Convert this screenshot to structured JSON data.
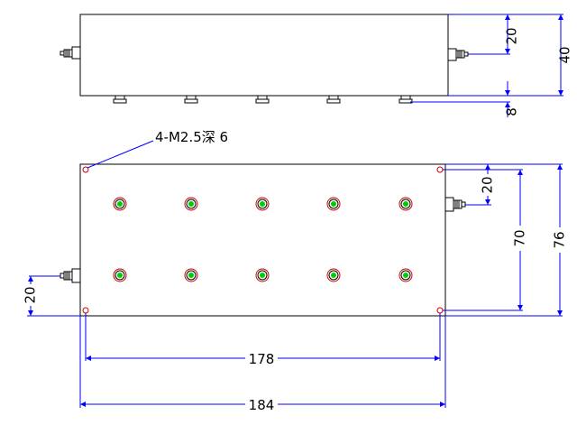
{
  "colors": {
    "outline": "#000000",
    "dimension": "#0000ff",
    "hole": "#cc0000",
    "port_core": "#00cc00",
    "background": "#ffffff"
  },
  "annotation": {
    "thread_hole_note": "4-M2.5深 6"
  },
  "dimensions": {
    "top_view_port_offset": "20",
    "top_view_height": "40",
    "top_view_bracket": "8",
    "plan_port_offset_right": "20",
    "plan_hole_spacing_vertical": "70",
    "plan_overall_height": "76",
    "plan_port_offset_left": "20",
    "plan_hole_spacing_horizontal": "178",
    "plan_overall_length": "184"
  },
  "icons": {
    "connector": "sma-connector-icon",
    "tuning_screw": "tuning-screw-icon",
    "mounting_hole": "mounting-hole-icon"
  }
}
